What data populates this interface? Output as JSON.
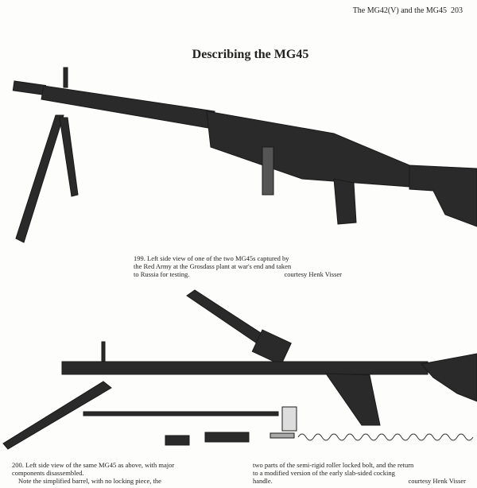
{
  "header": {
    "running_title": "The MG42(V) and the MG45",
    "page_number": "203"
  },
  "title": "Describing the MG45",
  "figure199": {
    "lines": [
      "199. Left side view of one of the two MG45s captured by",
      "the Red Army at the Grosdass plant at war's end and taken",
      "to Russia for testing."
    ],
    "credit": "courtesy Henk Visser"
  },
  "figure200": {
    "col1": [
      "200. Left side view of the same MG45 as above, with major",
      "components disassembled.",
      "Note the simplified barrel, with no locking piece, the"
    ],
    "col2": [
      "two parts of the semi-rigid roller locked bolt, and the return",
      "to a modified version of the early slab-sided cocking",
      "handle."
    ],
    "credit": "courtesy Henk Visser"
  }
}
